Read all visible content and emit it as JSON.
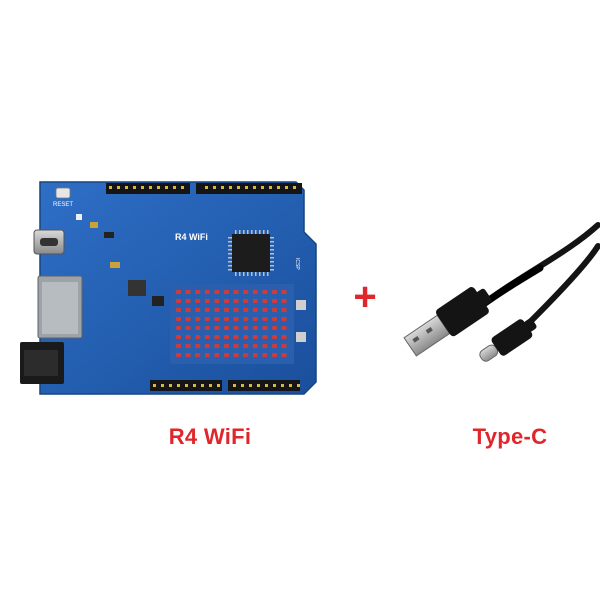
{
  "product": {
    "board_caption": "R4 WiFi",
    "cable_caption": "Type-C",
    "plus_symbol": "+",
    "board_silkscreen_label": "R4 WiFi",
    "reset_label": "RESET",
    "icsp_label": "ICSP"
  },
  "colors": {
    "caption": "#e0262a",
    "board_blue": "#1f5fb5",
    "led_red": "#d23a3a",
    "cable_black": "#111111"
  },
  "icons": {
    "board": "arduino-board-icon",
    "cable": "usb-cable-icon"
  }
}
